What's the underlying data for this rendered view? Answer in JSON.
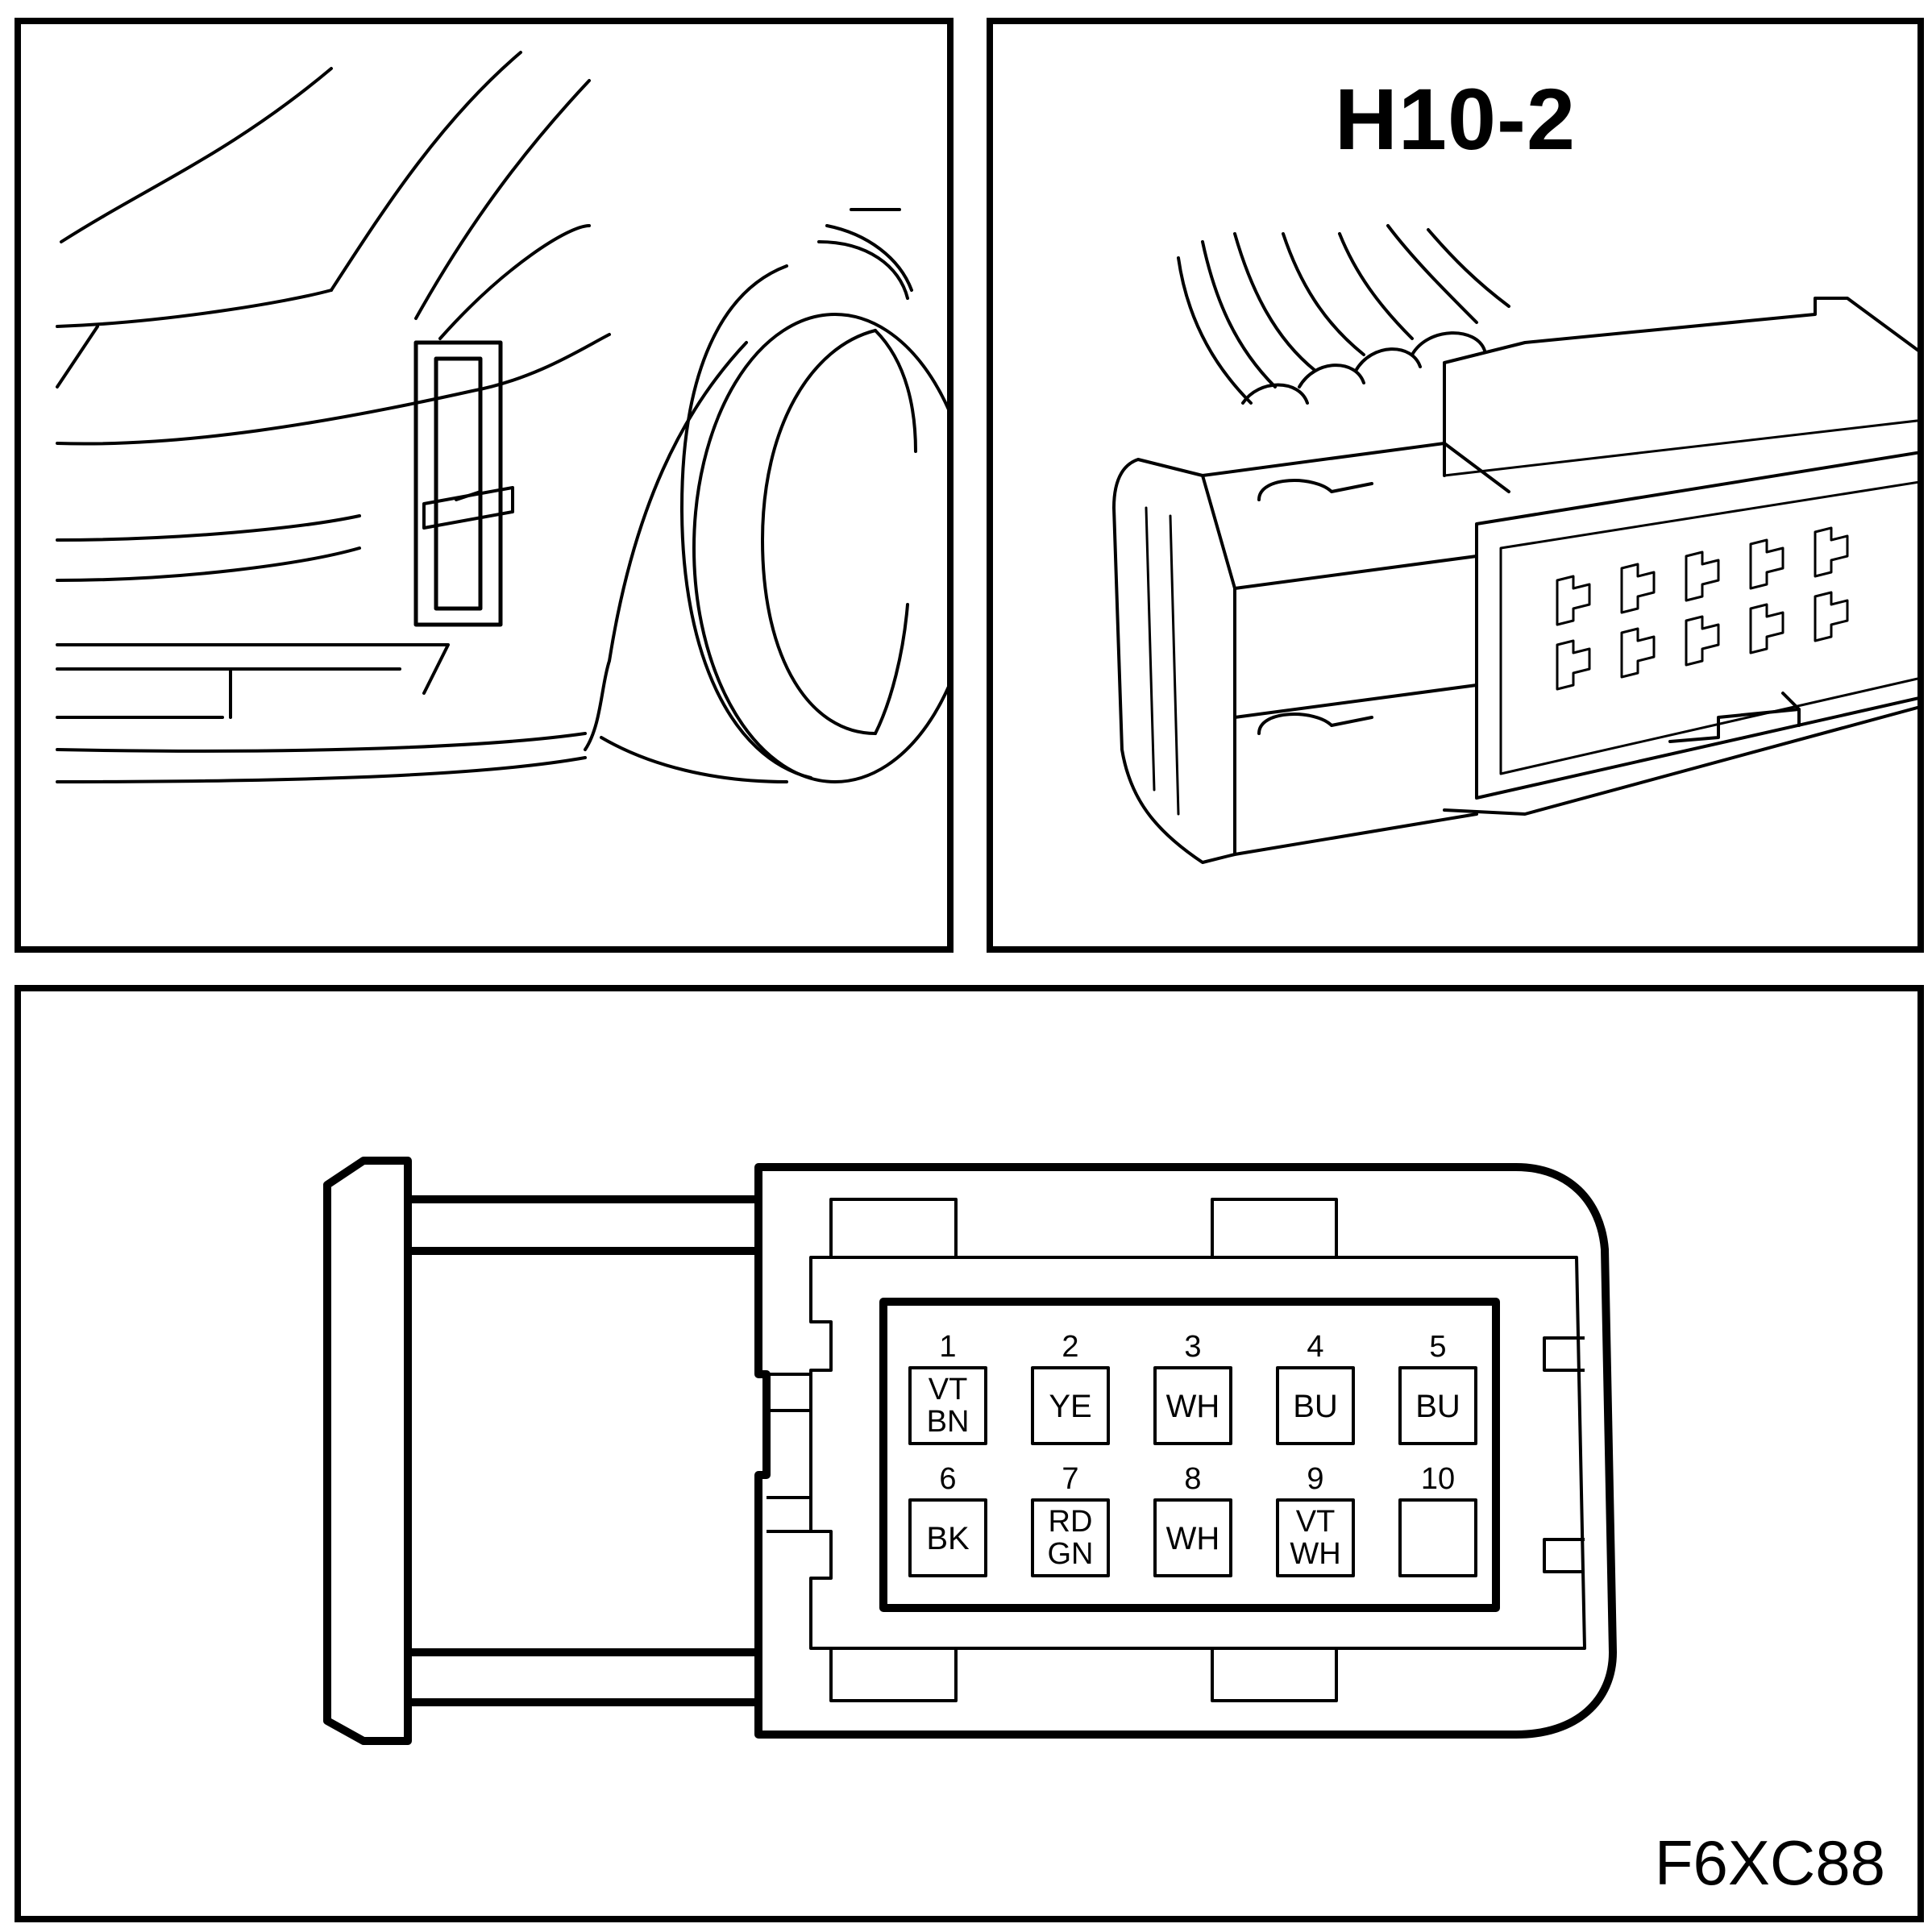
{
  "connector": {
    "title": "H10-2",
    "figure_code": "F6XC88"
  },
  "pinout": {
    "pins": [
      {
        "number": "1",
        "wires": [
          "VT",
          "BN"
        ]
      },
      {
        "number": "2",
        "wires": [
          "YE"
        ]
      },
      {
        "number": "3",
        "wires": [
          "WH"
        ]
      },
      {
        "number": "4",
        "wires": [
          "BU"
        ]
      },
      {
        "number": "5",
        "wires": [
          "BU"
        ]
      },
      {
        "number": "6",
        "wires": [
          "BK"
        ]
      },
      {
        "number": "7",
        "wires": [
          "RD",
          "GN"
        ]
      },
      {
        "number": "8",
        "wires": [
          "WH"
        ]
      },
      {
        "number": "9",
        "wires": [
          "VT",
          "WH"
        ]
      },
      {
        "number": "10",
        "wires": []
      }
    ]
  }
}
